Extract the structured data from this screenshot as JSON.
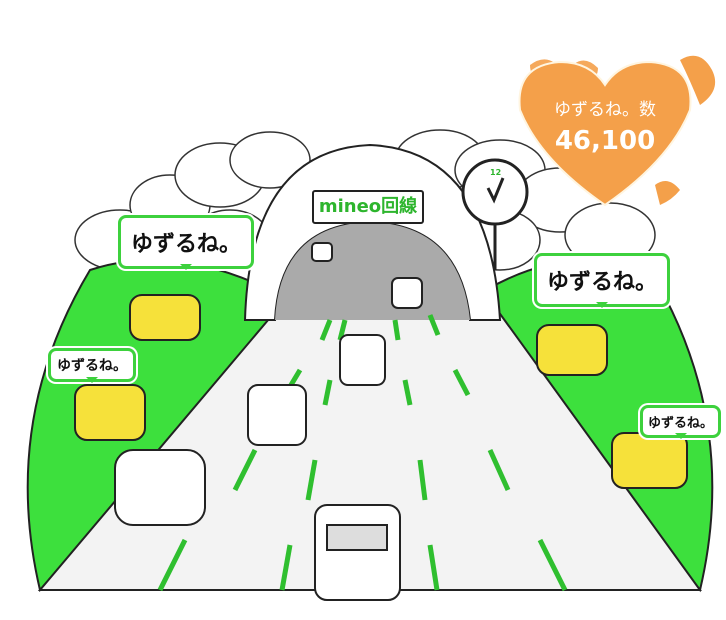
{
  "counter": {
    "label": "ゆずるね。数",
    "value": "46,100",
    "color": "#f4a04a"
  },
  "sign": {
    "text": "mineo回線"
  },
  "clock": {
    "twelve": "12"
  },
  "bubbles": [
    "ゆずるね。",
    "ゆずるね。",
    "ゆずるね。",
    "ゆずるね。"
  ],
  "colors": {
    "grass": "#3de03d",
    "lane": "#2fbf2f",
    "road": "#f2f2f2"
  }
}
